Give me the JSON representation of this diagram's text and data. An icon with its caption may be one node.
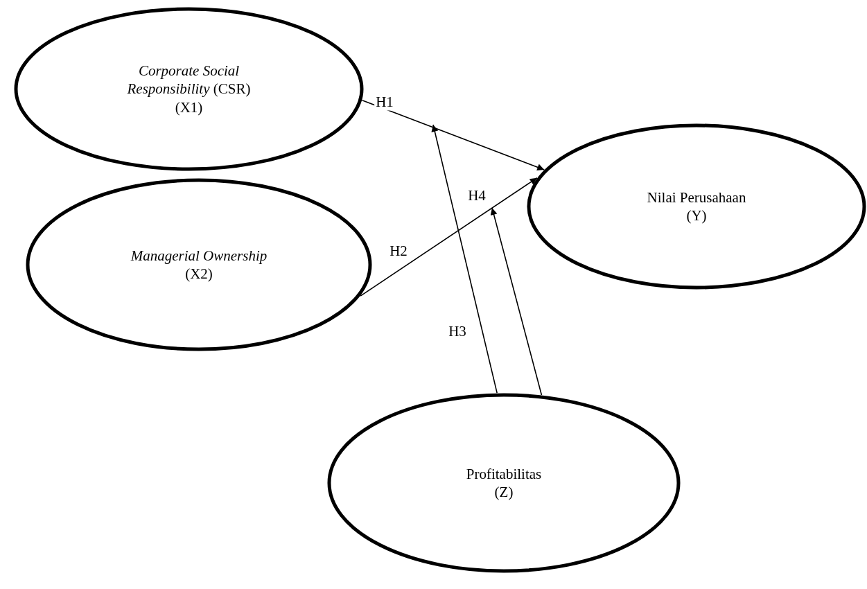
{
  "diagram": {
    "nodes": [
      {
        "text": [
          "*Corporate Social Responsibility* (CSR)",
          "(X1)"
        ]
      },
      {
        "text": [
          "Nilai Perusahaan",
          "(Y)"
        ]
      },
      {
        "text": [
          "Managerial Ownership",
          "(X2)"
        ]
      },
      {
        "text": [
          "Profitabilitas",
          "(Z)"
        ]
      }
    ],
    "edges": [
      {
        "from": 0,
        "to": 1,
        "arrow": "to",
        "label": "H1"
      },
      {
        "from": 2,
        "to": 1,
        "arrow": "to",
        "label": "H2"
      },
      {
        "from": 3,
        "to": null,
        "arrow": "to",
        "label": "H3"
      },
      {
        "from": 3,
        "to": null,
        "arrow": "to",
        "label": "H4"
      }
    ]
  }
}
